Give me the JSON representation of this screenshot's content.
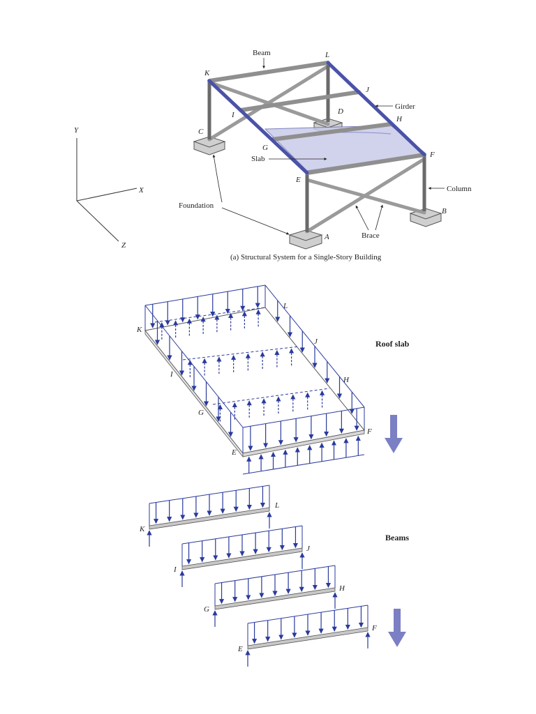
{
  "part_a": {
    "caption": "(a) Structural System for a Single-Story Building",
    "callouts": {
      "beam": "Beam",
      "girder": "Girder",
      "slab": "Slab",
      "column": "Column",
      "foundation": "Foundation",
      "brace": "Brace"
    },
    "axes": {
      "y": "Y",
      "x": "X",
      "z": "Z"
    },
    "nodes": [
      "K",
      "L",
      "J",
      "I",
      "D",
      "H",
      "C",
      "G",
      "F",
      "E",
      "B",
      "A"
    ]
  },
  "roof_slab": {
    "title": "Roof slab",
    "nodes": [
      "K",
      "L",
      "J",
      "I",
      "H",
      "G",
      "F",
      "E"
    ]
  },
  "beams": {
    "title": "Beams",
    "items": [
      {
        "left": "K",
        "right": "L"
      },
      {
        "left": "I",
        "right": "J"
      },
      {
        "left": "G",
        "right": "H"
      },
      {
        "left": "E",
        "right": "F"
      }
    ]
  },
  "colors": {
    "load_blue": "#2a3a9c",
    "girder_blue": "#4a52a8",
    "slab_fill": "#c9cbe8",
    "steel_gray": "#8a8a8a",
    "load_arrow": "#7b7fc4"
  }
}
